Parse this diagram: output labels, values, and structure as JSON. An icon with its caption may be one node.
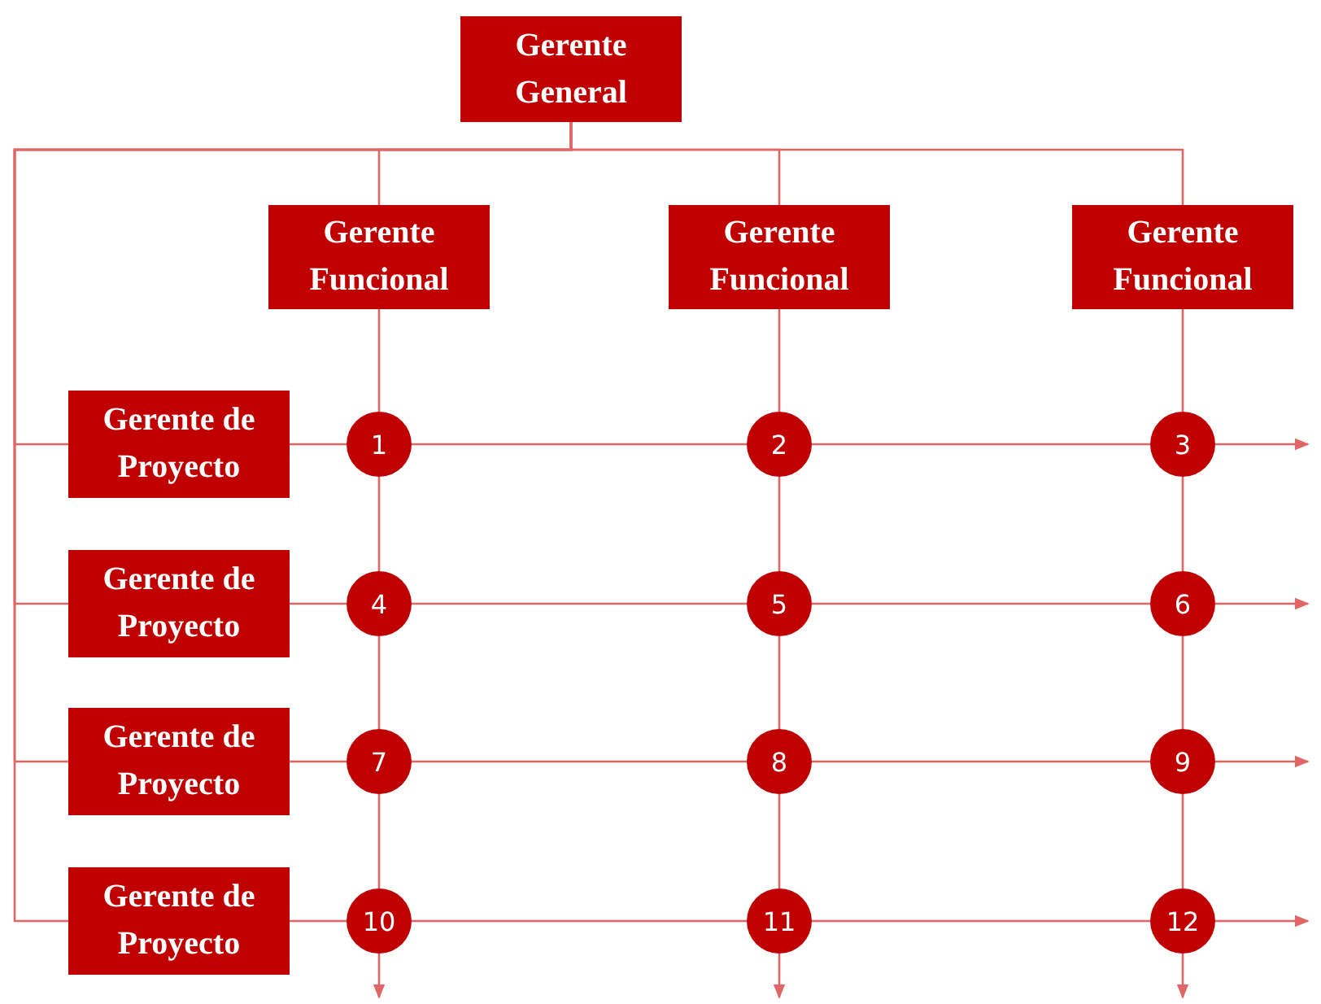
{
  "diagram": {
    "nodes": [
      {
        "text": [
          "Gerente General"
        ]
      },
      {
        "text": [
          "Gerente Funcional"
        ]
      },
      {
        "text": [
          "Gerente Funcional"
        ]
      },
      {
        "text": [
          "Gerente Funcional"
        ]
      },
      {
        "text": [
          "Gerente de Proyecto"
        ]
      },
      {
        "text": [
          "1"
        ]
      },
      {
        "text": [
          "2"
        ]
      },
      {
        "text": [
          "3"
        ]
      },
      {
        "text": [
          "Gerente de Proyecto"
        ]
      },
      {
        "text": [
          "4"
        ]
      },
      {
        "text": [
          "5"
        ]
      },
      {
        "text": [
          "6"
        ]
      },
      {
        "text": [
          "Gerente de Proyecto"
        ]
      },
      {
        "text": [
          "7"
        ]
      },
      {
        "text": [
          "8"
        ]
      },
      {
        "text": [
          "9"
        ]
      },
      {
        "text": [
          "Gerente de Proyecto"
        ]
      },
      {
        "text": [
          "10"
        ]
      },
      {
        "text": [
          "11"
        ]
      },
      {
        "text": [
          "12"
        ]
      }
    ],
    "edges": [
      {
        "from": 0,
        "to": 1,
        "arrow": "none"
      },
      {
        "from": 0,
        "to": 2,
        "arrow": "none"
      },
      {
        "from": 0,
        "to": 3,
        "arrow": "none"
      },
      {
        "from": 0,
        "to": 4,
        "arrow": "none"
      },
      {
        "from": 0,
        "to": 8,
        "arrow": "none"
      },
      {
        "from": 0,
        "to": 12,
        "arrow": "none"
      },
      {
        "from": 0,
        "to": 16,
        "arrow": "none"
      },
      {
        "from": 1,
        "to": 5,
        "arrow": "none"
      },
      {
        "from": 5,
        "to": 9,
        "arrow": "none"
      },
      {
        "from": 9,
        "to": 13,
        "arrow": "none"
      },
      {
        "from": 13,
        "to": 17,
        "arrow": "none"
      },
      {
        "from": 17,
        "to": null,
        "arrow": "to"
      },
      {
        "from": 2,
        "to": 6,
        "arrow": "none"
      },
      {
        "from": 6,
        "to": 10,
        "arrow": "none"
      },
      {
        "from": 10,
        "to": 14,
        "arrow": "none"
      },
      {
        "from": 14,
        "to": 18,
        "arrow": "none"
      },
      {
        "from": 18,
        "to": null,
        "arrow": "to"
      },
      {
        "from": 3,
        "to": 7,
        "arrow": "none"
      },
      {
        "from": 7,
        "to": 11,
        "arrow": "none"
      },
      {
        "from": 11,
        "to": 15,
        "arrow": "none"
      },
      {
        "from": 15,
        "to": 19,
        "arrow": "none"
      },
      {
        "from": 19,
        "to": null,
        "arrow": "to"
      },
      {
        "from": 4,
        "to": 5,
        "arrow": "none"
      },
      {
        "from": 5,
        "to": 6,
        "arrow": "none"
      },
      {
        "from": 6,
        "to": 7,
        "arrow": "none"
      },
      {
        "from": 7,
        "to": null,
        "arrow": "to"
      },
      {
        "from": 8,
        "to": 9,
        "arrow": "none"
      },
      {
        "from": 9,
        "to": 10,
        "arrow": "none"
      },
      {
        "from": 10,
        "to": 11,
        "arrow": "none"
      },
      {
        "from": 11,
        "to": null,
        "arrow": "to"
      },
      {
        "from": 12,
        "to": 13,
        "arrow": "none"
      },
      {
        "from": 13,
        "to": 14,
        "arrow": "none"
      },
      {
        "from": 14,
        "to": 15,
        "arrow": "none"
      },
      {
        "from": 15,
        "to": null,
        "arrow": "to"
      },
      {
        "from": 16,
        "to": 17,
        "arrow": "none"
      },
      {
        "from": 17,
        "to": 18,
        "arrow": "none"
      },
      {
        "from": 18,
        "to": 19,
        "arrow": "none"
      },
      {
        "from": 19,
        "to": null,
        "arrow": "to"
      }
    ]
  }
}
